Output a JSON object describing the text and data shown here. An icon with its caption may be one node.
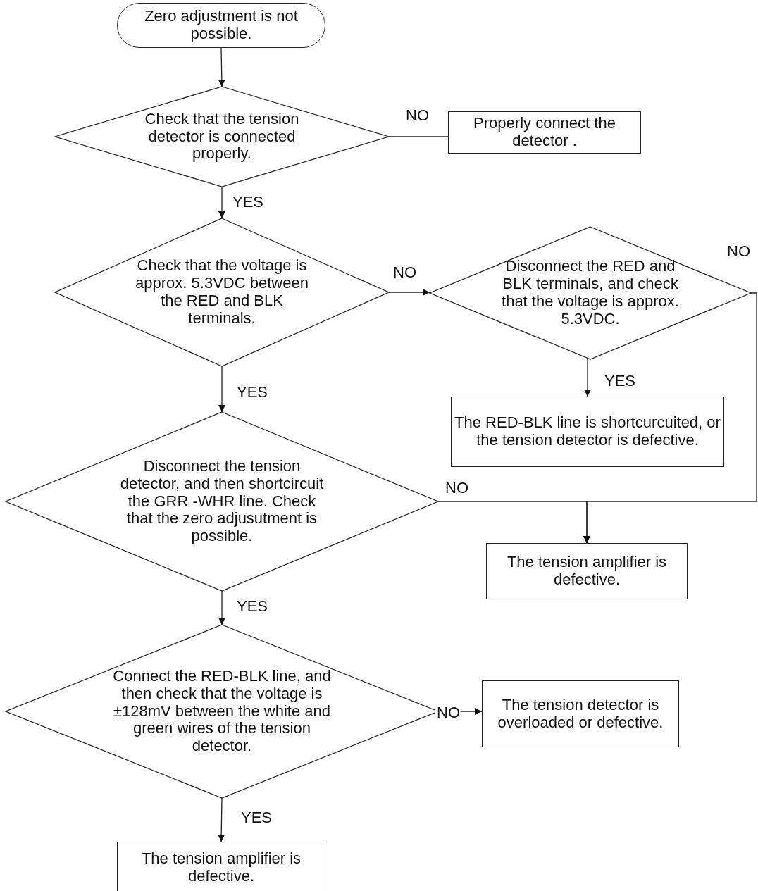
{
  "diagram": {
    "nodes": [
      {
        "text": [
          "Zero adjustment is not possible."
        ]
      },
      {
        "text": [
          "Check that the tension detector is connected properly."
        ]
      },
      {
        "text": [
          "Properly connect the detector ."
        ]
      },
      {
        "text": [
          "Check that the voltage is approx. 5.3VDC between the RED and BLK terminals."
        ]
      },
      {
        "text": [
          "Disconnect the RED and BLK terminals, and check that the voltage is approx. 5.3VDC."
        ]
      },
      {
        "text": [
          "The RED-BLK line is shortcurcuited, or the tension detector is defective."
        ]
      },
      {
        "text": [
          "Disconnect the tension detector, and then shortcircuit the GRR -WHR line. Check that the zero adjusutment is possible."
        ]
      },
      {
        "text": [
          "The tension amplifier is defective."
        ]
      },
      {
        "text": [
          "Connect the RED-BLK line, and then check that the voltage is ±128mV between the white and green wires of the tension detector."
        ]
      },
      {
        "text": [
          "The tension detector is overloaded or defective."
        ]
      },
      {
        "text": [
          "The tension amplifier is defective."
        ]
      }
    ],
    "edges": [
      {
        "from": 0,
        "to": 1,
        "arrow": "to"
      },
      {
        "from": 1,
        "to": 2,
        "arrow": "none",
        "label": "NO"
      },
      {
        "from": 1,
        "to": 3,
        "arrow": "to",
        "label": "YES"
      },
      {
        "from": 3,
        "to": 4,
        "arrow": "to",
        "label": "NO"
      },
      {
        "from": 4,
        "to": 5,
        "arrow": "to",
        "label": "YES"
      },
      {
        "from": 4,
        "to": 7,
        "arrow": "to",
        "label": "NO"
      },
      {
        "from": 3,
        "to": 6,
        "arrow": "to",
        "label": "YES"
      },
      {
        "from": 6,
        "to": 7,
        "arrow": "to",
        "label": "NO"
      },
      {
        "from": 6,
        "to": 8,
        "arrow": "to",
        "label": "YES"
      },
      {
        "from": 8,
        "to": 9,
        "arrow": "to",
        "label": "NO"
      },
      {
        "from": 8,
        "to": 10,
        "arrow": "to",
        "label": "YES"
      }
    ]
  }
}
